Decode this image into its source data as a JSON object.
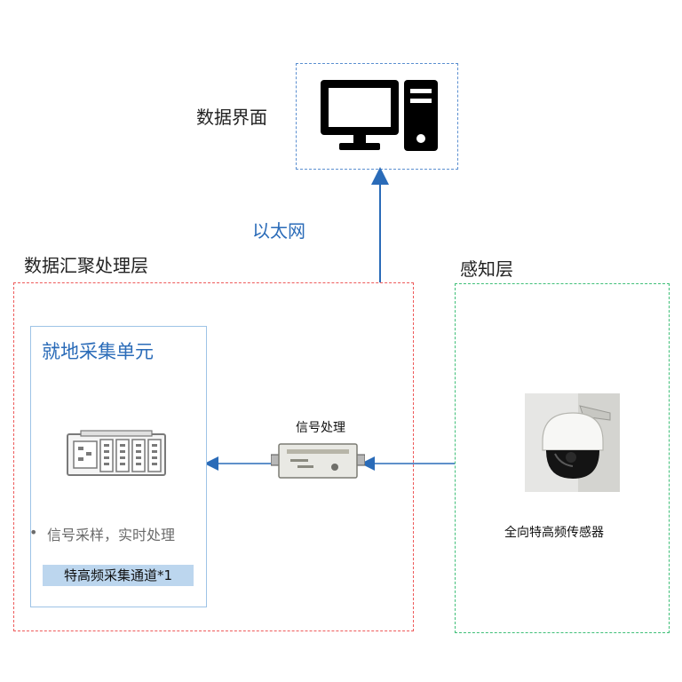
{
  "top": {
    "label": "数据界面",
    "icon": "desktop-computer-icon"
  },
  "link": {
    "label": "以太网"
  },
  "aggregation": {
    "label": "数据汇聚处理层",
    "unit": {
      "title": "就地采集单元",
      "icon": "plc-rack-icon",
      "bullet": "信号采样，实时处理",
      "channel": "特高频采集通道*1"
    },
    "processor": {
      "label": "信号处理",
      "icon": "signal-processor-module-icon"
    }
  },
  "sensing": {
    "label": "感知层",
    "sensor": {
      "label": "全向特高频传感器",
      "icon": "dome-camera-sensor-icon"
    }
  },
  "colors": {
    "arrow": "#2a6bb8",
    "aggregation_border": "#ee5a5a",
    "sensing_border": "#3fbf78",
    "top_border": "#5b8fd0",
    "unit_border": "#9ec3e6",
    "title_blue": "#2a6bb8"
  }
}
